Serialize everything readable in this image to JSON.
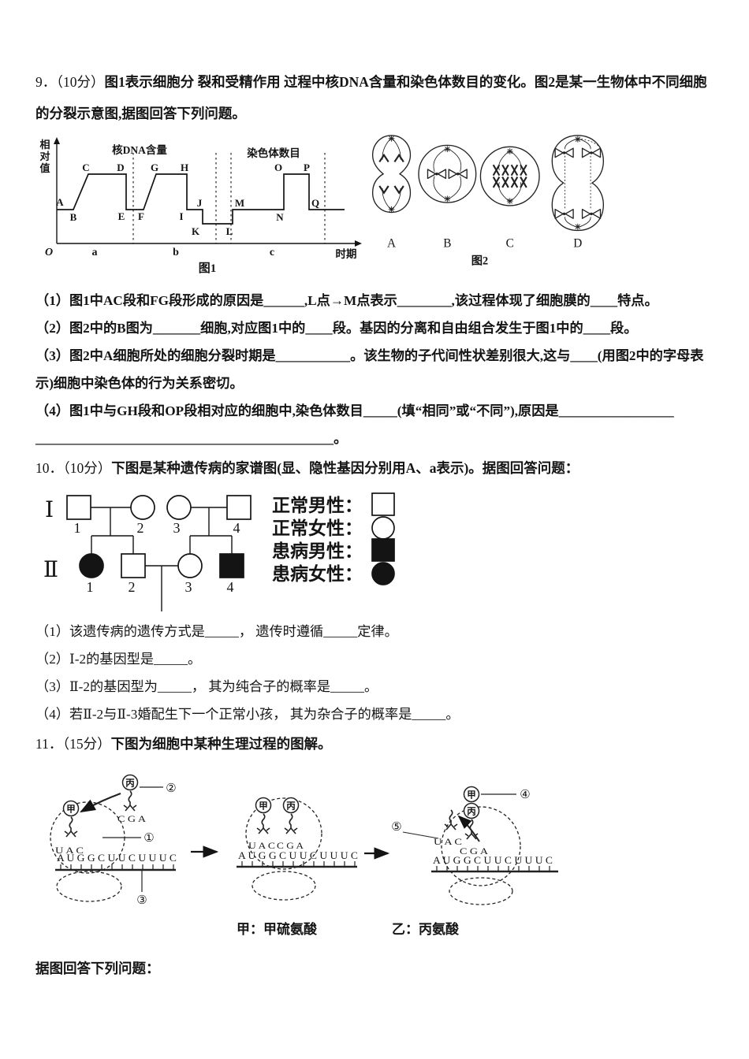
{
  "q9": {
    "num": "9．",
    "score": "（10分）",
    "stem": "图1表示细胞分 裂和受精作用 过程中核DNA含量和染色体数目的变化。图2是某一生物体中不同细胞的分裂示意图,据图回答下列问题。",
    "fig1": {
      "ylab": [
        "相",
        "对",
        "值"
      ],
      "dna_label": "核DNA含量",
      "chrom_label": "染色体数目",
      "origin": "O",
      "regions": [
        "a",
        "b",
        "c"
      ],
      "xlab": "时期",
      "caption": "图1",
      "points": [
        "A",
        "B",
        "C",
        "D",
        "E",
        "F",
        "G",
        "H",
        "I",
        "J",
        "K",
        "L",
        "M",
        "N",
        "O",
        "P",
        "Q"
      ]
    },
    "fig2": {
      "cells": [
        "A",
        "B",
        "C",
        "D"
      ],
      "caption": "图2"
    },
    "sub1": "（1）图1中AC段和FG段形成的原因是______,L点→M点表示________,该过程体现了细胞膜的____特点。",
    "sub2": "（2）图2中的B图为_______细胞,对应图1中的____段。基因的分离和自由组合发生于图1中的____段。",
    "sub3": "（3）图2中A细胞所处的细胞分裂时期是___________。该生物的子代间性状差别很大,这与____(用图2中的字母表示)细胞中染色体的行为关系密切。",
    "sub4": "（4）图1中与GH段和OP段相对应的细胞中,染色体数目_____(填“相同”或“不同”),原因是_________________",
    "sub4_cont": "____________________________________________。"
  },
  "q10": {
    "num": "10．",
    "score": "（10分）",
    "stem": "下图是某种遗传病的家谱图(显、隐性基因分别用A、a表示)。据图回答问题：",
    "pedigree": {
      "gen1": "Ⅰ",
      "gen2": "Ⅱ",
      "row1_nums": [
        "1",
        "2",
        "3",
        "4"
      ],
      "row2_nums": [
        "1",
        "2",
        "3",
        "4"
      ],
      "legend": [
        "正常男性：",
        "正常女性：",
        "患病男性：",
        "患病女性："
      ]
    },
    "sub1": "（1）该遗传病的遗传方式是_____， 遗传时遵循_____定律。",
    "sub2": "（2）Ⅰ-2的基因型是_____。",
    "sub3": "（3）Ⅱ-2的基因型为_____， 其为纯合子的概率是_____。",
    "sub4": "（4）若Ⅱ-2与Ⅱ-3婚配生下一个正常小孩， 其为杂合子的概率是_____。"
  },
  "q11": {
    "num": "11．",
    "score": "（15分）",
    "stem": "下图为细胞中某种生理过程的图解。",
    "diagram": {
      "mrna": "A U G G C U U C U U U C",
      "uac": "U A C",
      "cga": "C G A",
      "amino_jia": "甲",
      "amino_bing": "丙",
      "n1": "①",
      "n2": "②",
      "n3": "③",
      "n4": "④",
      "n5": "⑤"
    },
    "caption_jia": "甲：甲硫氨酸",
    "caption_yi": "乙：丙氨酸"
  },
  "footer": "据图回答下列问题："
}
